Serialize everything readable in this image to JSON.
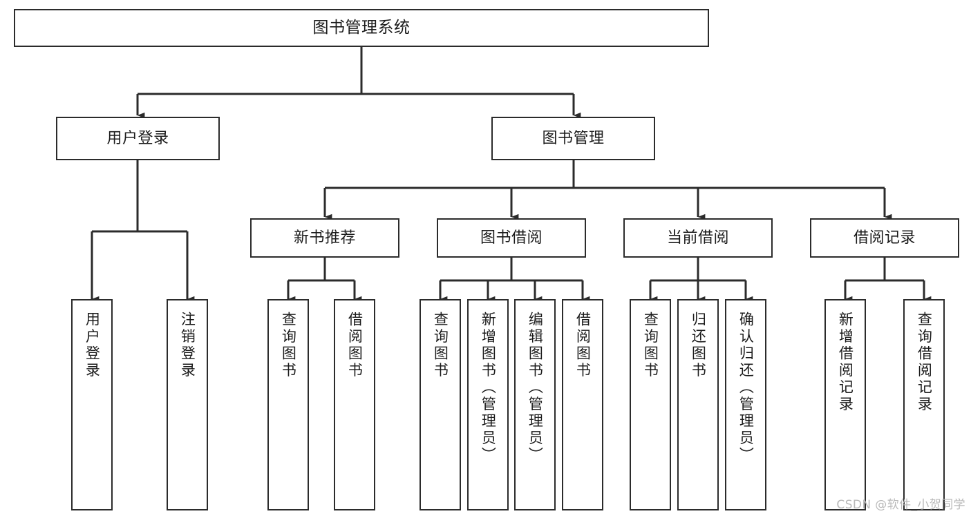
{
  "diagram": {
    "type": "tree-hierarchy-chart",
    "title": "图书管理系统",
    "colors": {
      "box_border": "#2b2b2b",
      "box_fill": "#ffffff",
      "connector": "#2b2b2b",
      "text": "#1b1b1b",
      "watermark": "#b9b9b9",
      "background": "#ffffff"
    },
    "watermark": "CSDN @软件_小贺同学",
    "nodes": {
      "root": {
        "label": "图书管理系统"
      },
      "level2": [
        {
          "id": "user-login",
          "label": "用户登录"
        },
        {
          "id": "book-manage",
          "label": "图书管理"
        }
      ],
      "level3": [
        {
          "id": "new-book-recommend",
          "label": "新书推荐"
        },
        {
          "id": "book-borrow",
          "label": "图书借阅"
        },
        {
          "id": "current-borrow",
          "label": "当前借阅"
        },
        {
          "id": "borrow-record",
          "label": "借阅记录"
        }
      ],
      "leaves": {
        "user_login": [
          {
            "id": "leaf-user-login",
            "label": "用户登录"
          },
          {
            "id": "leaf-user-logout",
            "label": "注销登录"
          }
        ],
        "new_book_recommend": [
          {
            "id": "leaf-query-book-1",
            "label": "查询图书"
          },
          {
            "id": "leaf-borrow-book-1",
            "label": "借阅图书"
          }
        ],
        "book_borrow": [
          {
            "id": "leaf-query-book-2",
            "label": "查询图书"
          },
          {
            "id": "leaf-add-book",
            "label": "新增图书（管理员）"
          },
          {
            "id": "leaf-edit-book",
            "label": "编辑图书（管理员）"
          },
          {
            "id": "leaf-borrow-book-2",
            "label": "借阅图书"
          }
        ],
        "current_borrow": [
          {
            "id": "leaf-query-book-3",
            "label": "查询图书"
          },
          {
            "id": "leaf-return-book",
            "label": "归还图书"
          },
          {
            "id": "leaf-confirm-return",
            "label": "确认归还（管理员）"
          }
        ],
        "borrow_record": [
          {
            "id": "leaf-add-record",
            "label": "新增借阅记录"
          },
          {
            "id": "leaf-query-record",
            "label": "查询借阅记录"
          }
        ]
      }
    }
  }
}
